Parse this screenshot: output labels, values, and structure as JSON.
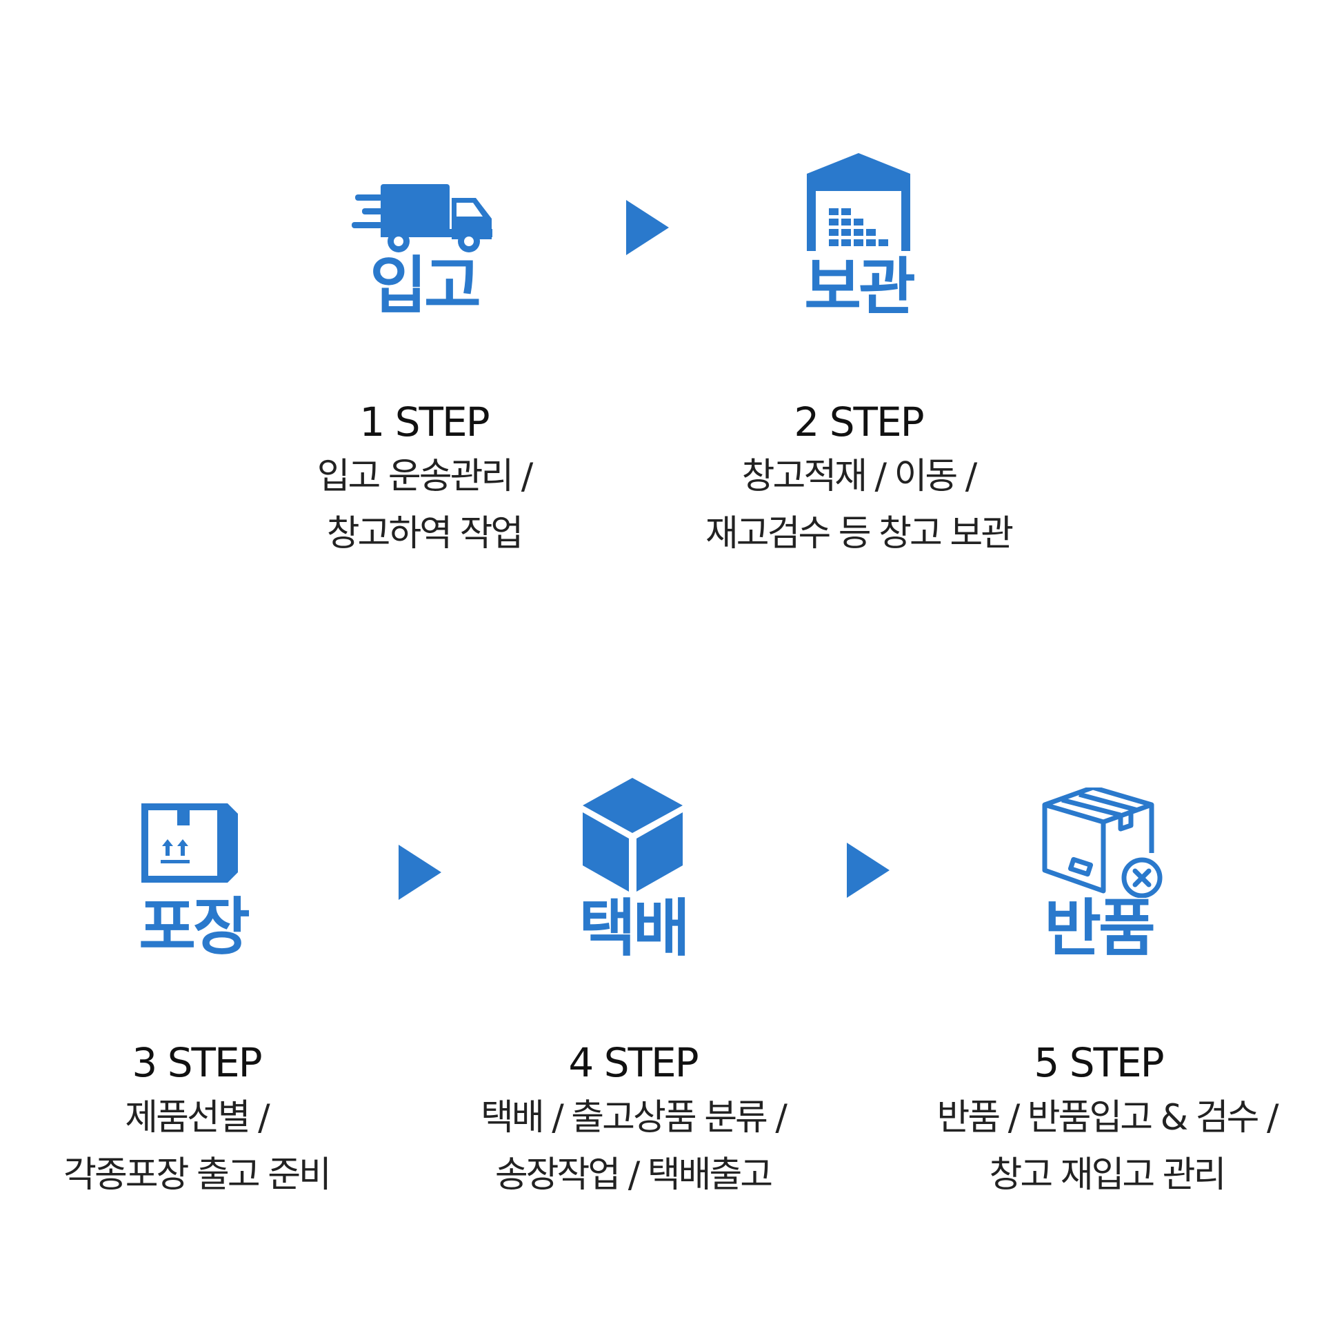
{
  "accent": "#2a79cc",
  "steps": [
    {
      "icon": "delivery-truck-icon",
      "title": "입고",
      "step": "1 STEP",
      "desc": [
        "입고 운송관리 /",
        "창고하역 작업"
      ]
    },
    {
      "icon": "warehouse-icon",
      "title": "보관",
      "step": "2 STEP",
      "desc": [
        "창고적재 / 이동 /",
        "재고검수 등 창고 보관"
      ]
    },
    {
      "icon": "package-box-icon",
      "title": "포장",
      "step": "3 STEP",
      "desc": [
        "제품선별 /",
        "각종포장 출고 준비"
      ]
    },
    {
      "icon": "cube-icon",
      "title": "택배",
      "step": "4 STEP",
      "desc": [
        "택배 / 출고상품 분류 /",
        "송장작업 / 택배출고"
      ]
    },
    {
      "icon": "return-box-icon",
      "title": "반품",
      "step": "5 STEP",
      "desc": [
        "반품 / 반품입고 & 검수 /",
        "창고 재입고 관리"
      ]
    }
  ],
  "arrows": [
    "arrow-right-icon",
    "arrow-right-icon",
    "arrow-right-icon"
  ]
}
